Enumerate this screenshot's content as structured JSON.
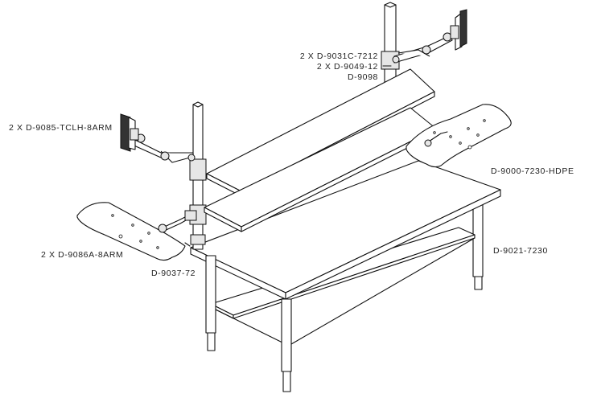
{
  "labels": {
    "d9031c": "2 X D-9031C-7212",
    "d9049": "2 X D-9049-12",
    "d9098": "D-9098",
    "d9085": "2 X D-9085-TCLH-8ARM",
    "d9000": "D-9000-7230-HDPE",
    "d9021": "D-9021-7230",
    "d9086a": "2 X D-9086A-8ARM",
    "d9037": "D-9037-72"
  }
}
